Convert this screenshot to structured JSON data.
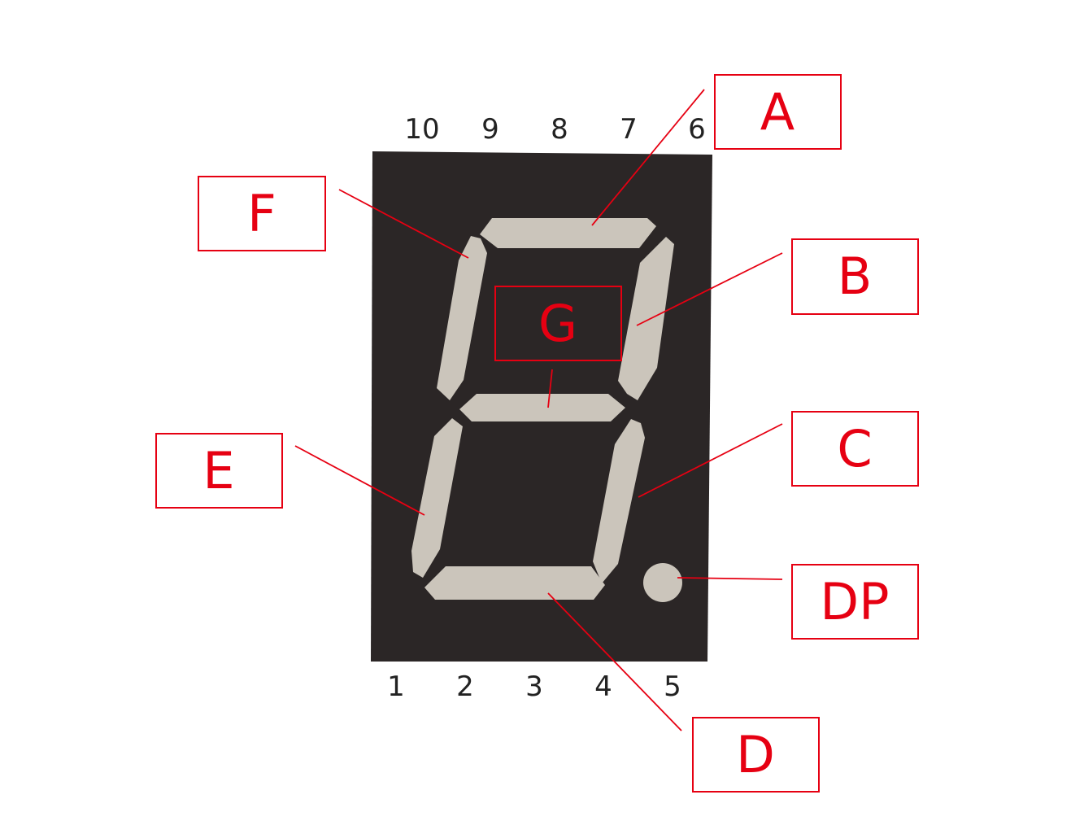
{
  "pins_top": [
    "10",
    "9",
    "8",
    "7",
    "6"
  ],
  "pins_bottom": [
    "1",
    "2",
    "3",
    "4",
    "5"
  ],
  "segments": {
    "A": "A",
    "B": "B",
    "C": "C",
    "D": "D",
    "E": "E",
    "F": "F",
    "G": "G",
    "DP": "DP"
  },
  "colors": {
    "body": "#2b2626",
    "segment": "#cbc5bb",
    "callout": "#e60012",
    "pin_text": "#222222"
  }
}
